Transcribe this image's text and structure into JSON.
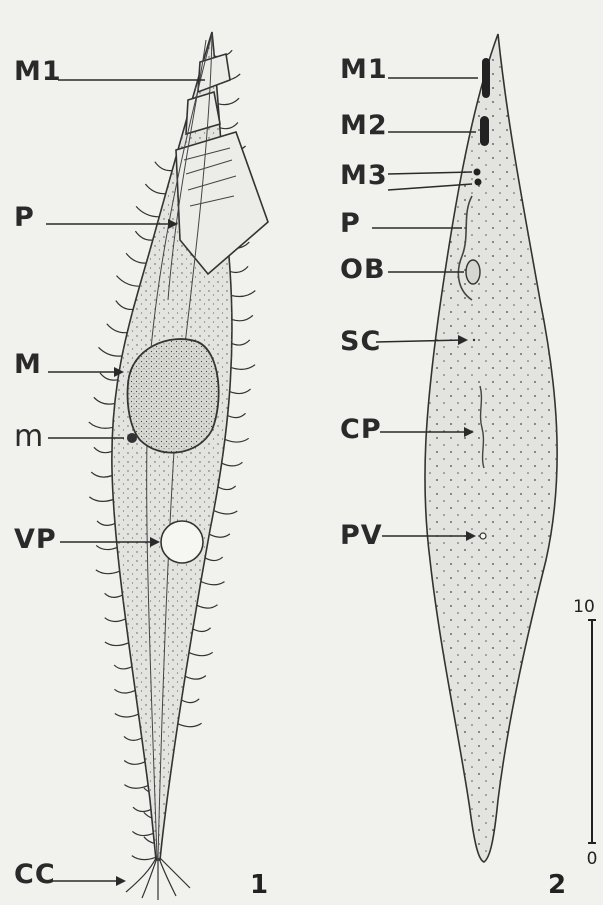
{
  "figure1": {
    "number": "1",
    "labels": {
      "m1": "M1",
      "p": "P",
      "m": "M",
      "m_small": "m",
      "vp": "VP",
      "cc": "CC"
    }
  },
  "figure2": {
    "number": "2",
    "labels": {
      "m1": "M1",
      "m2": "M2",
      "m3": "M3",
      "p": "P",
      "ob": "OB",
      "sc": "SC",
      "cp": "CP",
      "pv": "PV"
    }
  },
  "scale_bar": {
    "top_value": "10",
    "bottom_value": "0"
  }
}
